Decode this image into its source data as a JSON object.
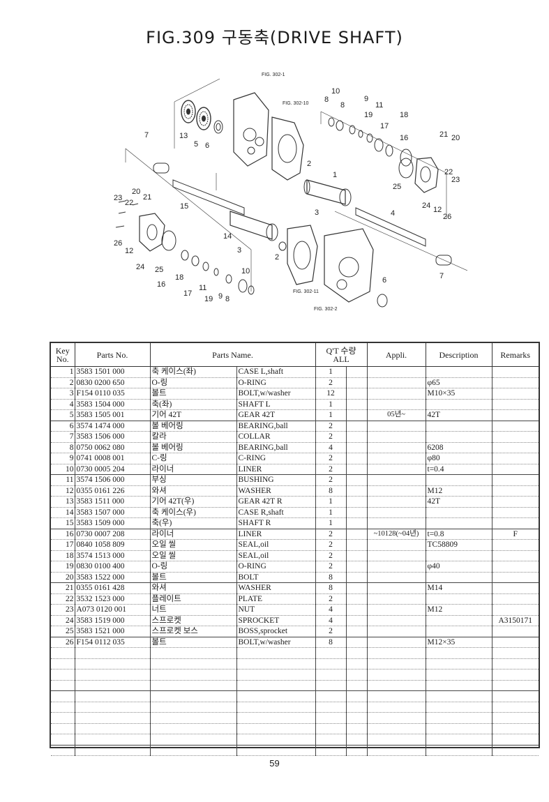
{
  "page": {
    "title": "FIG.309 구동축(DRIVE SHAFT)",
    "page_number": "59"
  },
  "diagram": {
    "fig_refs": [
      "FIG. 302-1",
      "FIG. 302-10",
      "FIG. 302-11",
      "FIG. 302-2"
    ],
    "callouts": [
      "13",
      "5",
      "6",
      "7",
      "15",
      "10",
      "8",
      "8",
      "9",
      "11",
      "19",
      "17",
      "18",
      "16",
      "21",
      "20",
      "22",
      "23",
      "25",
      "24",
      "12",
      "26",
      "1",
      "2",
      "3",
      "4",
      "6",
      "7",
      "23",
      "22",
      "20",
      "21",
      "26",
      "12",
      "24",
      "25",
      "16",
      "18",
      "17",
      "11",
      "19",
      "9",
      "8",
      "10",
      "14",
      "3",
      "2"
    ]
  },
  "table": {
    "headers": {
      "key": "Key No.",
      "parts_no": "Parts No.",
      "parts_name": "Parts Name.",
      "qty": "Q'T 수량",
      "qty_sub": "ALL",
      "appli": "Appli.",
      "description": "Description",
      "remarks": "Remarks"
    },
    "rows": [
      {
        "key": "1",
        "no": "3583 1501 000",
        "kname": "축 케이스(좌)",
        "ename": "CASE L,shaft",
        "qty": "1",
        "appli": "",
        "desc": "",
        "rem": ""
      },
      {
        "key": "2",
        "no": "0830 0200 650",
        "kname": "O-링",
        "ename": "O-RING",
        "qty": "2",
        "appli": "",
        "desc": "φ65",
        "rem": ""
      },
      {
        "key": "3",
        "no": "F154 0110 035",
        "kname": "볼트",
        "ename": "BOLT,w/washer",
        "qty": "12",
        "appli": "",
        "desc": "M10×35",
        "rem": ""
      },
      {
        "key": "4",
        "no": "3583 1504 000",
        "kname": "축(좌)",
        "ename": "SHAFT L",
        "qty": "1",
        "appli": "",
        "desc": "",
        "rem": ""
      },
      {
        "key": "5",
        "no": "3583 1505 001",
        "kname": "기어 42T",
        "ename": "GEAR 42T",
        "qty": "1",
        "appli": "05년~",
        "desc": "42T",
        "rem": ""
      },
      {
        "key": "6",
        "no": "3574 1474 000",
        "kname": "볼 베어링",
        "ename": "BEARING,ball",
        "qty": "2",
        "appli": "",
        "desc": "",
        "rem": ""
      },
      {
        "key": "7",
        "no": "3583 1506 000",
        "kname": "칼라",
        "ename": "COLLAR",
        "qty": "2",
        "appli": "",
        "desc": "",
        "rem": ""
      },
      {
        "key": "8",
        "no": "0750 0062 080",
        "kname": "볼 베어링",
        "ename": "BEARING,ball",
        "qty": "4",
        "appli": "",
        "desc": "6208",
        "rem": ""
      },
      {
        "key": "9",
        "no": "0741 0008 001",
        "kname": "C-링",
        "ename": "C-RING",
        "qty": "2",
        "appli": "",
        "desc": "φ80",
        "rem": ""
      },
      {
        "key": "10",
        "no": "0730 0005 204",
        "kname": "라이너",
        "ename": "LINER",
        "qty": "2",
        "appli": "",
        "desc": "t=0.4",
        "rem": ""
      },
      {
        "key": "11",
        "no": "3574 1506 000",
        "kname": "부싱",
        "ename": "BUSHING",
        "qty": "2",
        "appli": "",
        "desc": "",
        "rem": ""
      },
      {
        "key": "12",
        "no": "0355 0161 226",
        "kname": "와셔",
        "ename": "WASHER",
        "qty": "8",
        "appli": "",
        "desc": "M12",
        "rem": ""
      },
      {
        "key": "13",
        "no": "3583 1511 000",
        "kname": "기어 42T(우)",
        "ename": "GEAR 42T R",
        "qty": "1",
        "appli": "",
        "desc": "42T",
        "rem": ""
      },
      {
        "key": "14",
        "no": "3583 1507 000",
        "kname": "축 케이스(우)",
        "ename": "CASE R,shaft",
        "qty": "1",
        "appli": "",
        "desc": "",
        "rem": ""
      },
      {
        "key": "15",
        "no": "3583 1509 000",
        "kname": "축(우)",
        "ename": "SHAFT R",
        "qty": "1",
        "appli": "",
        "desc": "",
        "rem": ""
      },
      {
        "key": "16",
        "no": "0730 0007 208",
        "kname": "라이너",
        "ename": "LINER",
        "qty": "2",
        "appli": "~10128(~04년)",
        "desc": "t=0.8",
        "rem": "F"
      },
      {
        "key": "17",
        "no": "0840 1058 809",
        "kname": "오일 씰",
        "ename": "SEAL,oil",
        "qty": "2",
        "appli": "",
        "desc": "TC58809",
        "rem": ""
      },
      {
        "key": "18",
        "no": "3574 1513 000",
        "kname": "오일 씰",
        "ename": "SEAL,oil",
        "qty": "2",
        "appli": "",
        "desc": "",
        "rem": ""
      },
      {
        "key": "19",
        "no": "0830 0100 400",
        "kname": "O-링",
        "ename": "O-RING",
        "qty": "2",
        "appli": "",
        "desc": "φ40",
        "rem": ""
      },
      {
        "key": "20",
        "no": "3583 1522 000",
        "kname": "볼트",
        "ename": "BOLT",
        "qty": "8",
        "appli": "",
        "desc": "",
        "rem": ""
      },
      {
        "key": "21",
        "no": "0355 0161 428",
        "kname": "와셔",
        "ename": "WASHER",
        "qty": "8",
        "appli": "",
        "desc": "M14",
        "rem": ""
      },
      {
        "key": "22",
        "no": "3532 1523 000",
        "kname": "플레이트",
        "ename": "PLATE",
        "qty": "2",
        "appli": "",
        "desc": "",
        "rem": ""
      },
      {
        "key": "23",
        "no": "A073 0120 001",
        "kname": "너트",
        "ename": "NUT",
        "qty": "4",
        "appli": "",
        "desc": "M12",
        "rem": ""
      },
      {
        "key": "24",
        "no": "3583 1519 000",
        "kname": "스프로켓",
        "ename": "SPROCKET",
        "qty": "4",
        "appli": "",
        "desc": "",
        "rem": "A3150171"
      },
      {
        "key": "25",
        "no": "3583 1521 000",
        "kname": "스프로켓 보스",
        "ename": "BOSS,sprocket",
        "qty": "2",
        "appli": "",
        "desc": "",
        "rem": ""
      },
      {
        "key": "26",
        "no": "F154 0112 035",
        "kname": "볼트",
        "ename": "BOLT,w/washer",
        "qty": "8",
        "appli": "",
        "desc": "M12×35",
        "rem": ""
      }
    ]
  }
}
